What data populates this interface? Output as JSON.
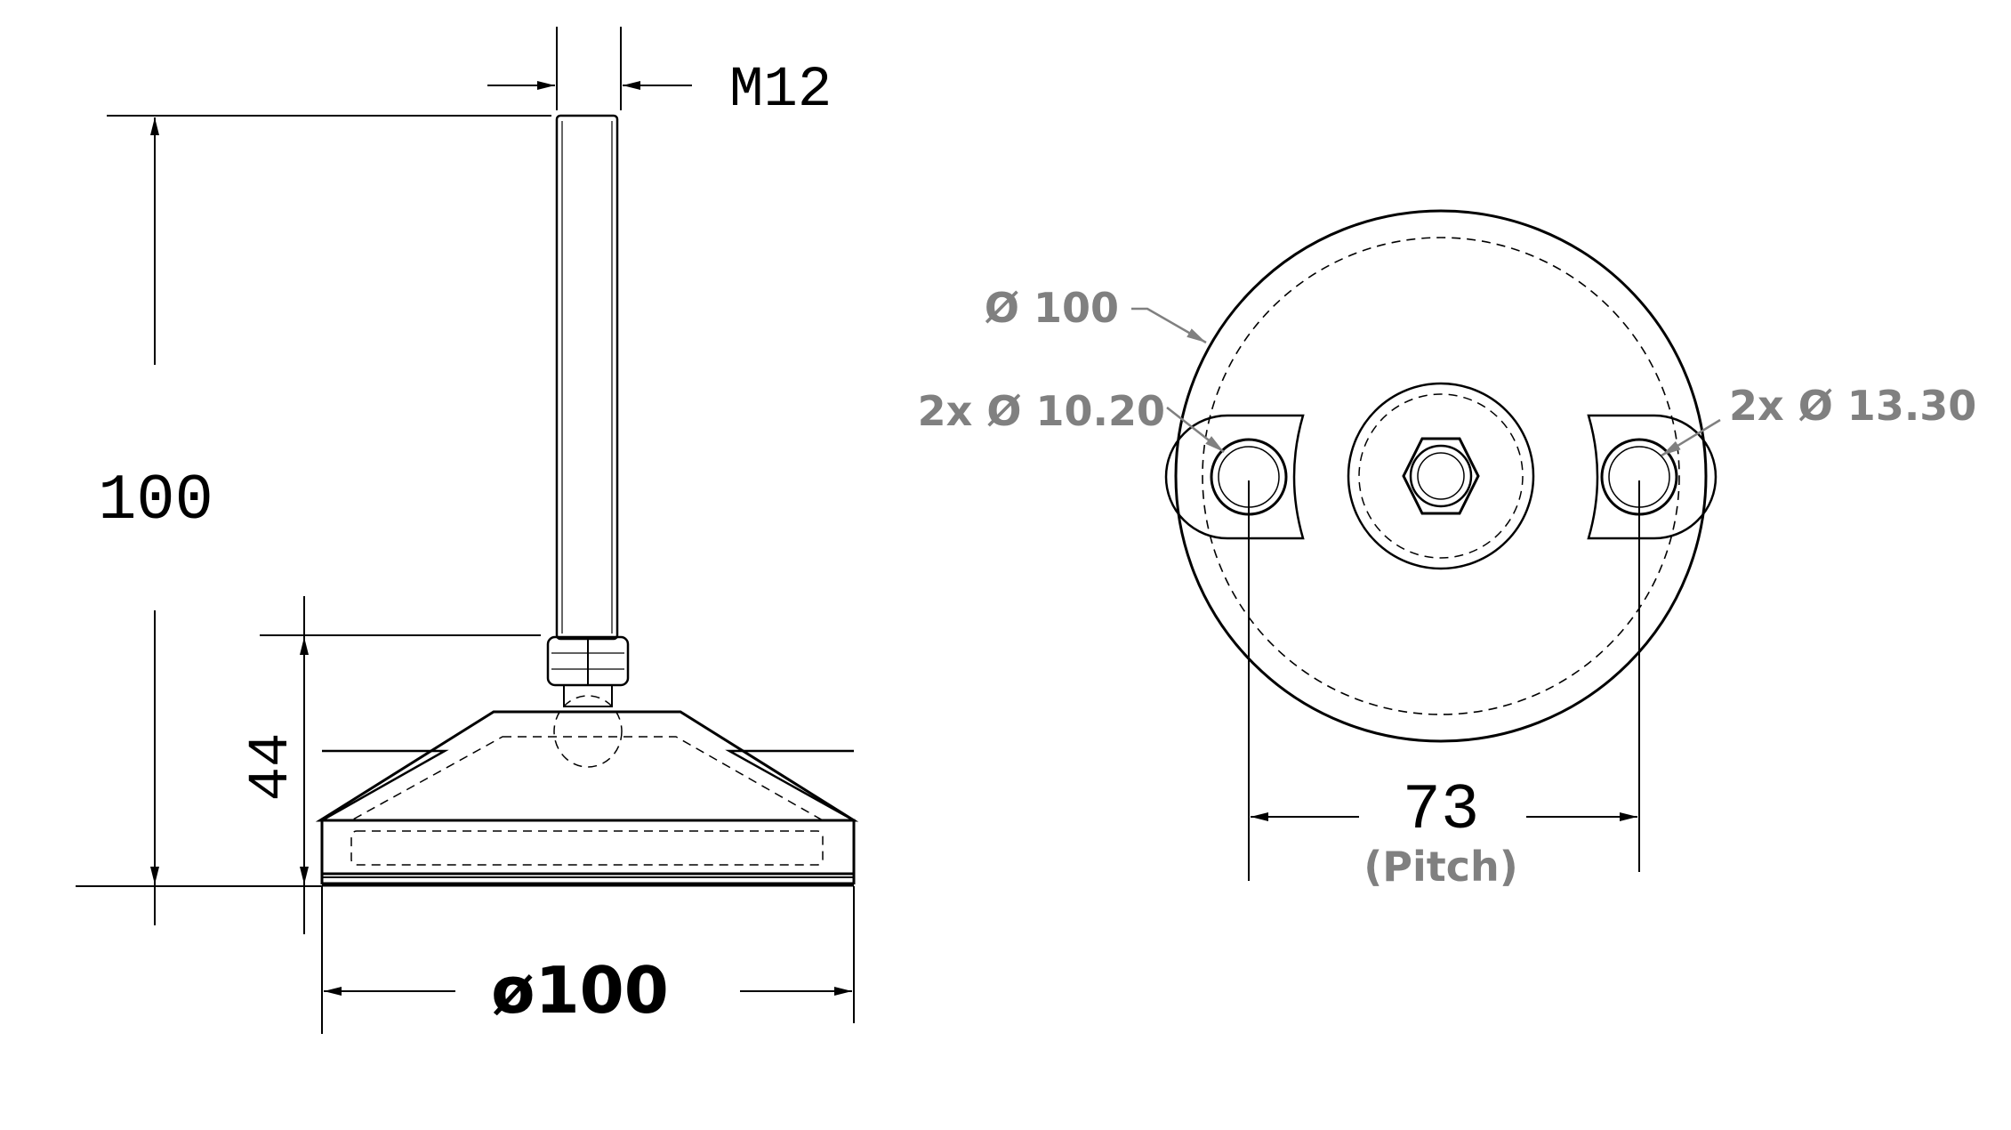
{
  "side_view": {
    "thread_label": "M12",
    "height_label": "100",
    "base_height_label": "44",
    "base_diameter_label": "ø100"
  },
  "top_view": {
    "outer_diameter_label": "Ø 100",
    "left_hole_label": "2x Ø 10.20",
    "right_hole_label": "2x Ø 13.30",
    "pitch_value_label": "73",
    "pitch_caption": "(Pitch)"
  },
  "colors": {
    "ink": "#000000",
    "annotation_grey": "#808080"
  }
}
